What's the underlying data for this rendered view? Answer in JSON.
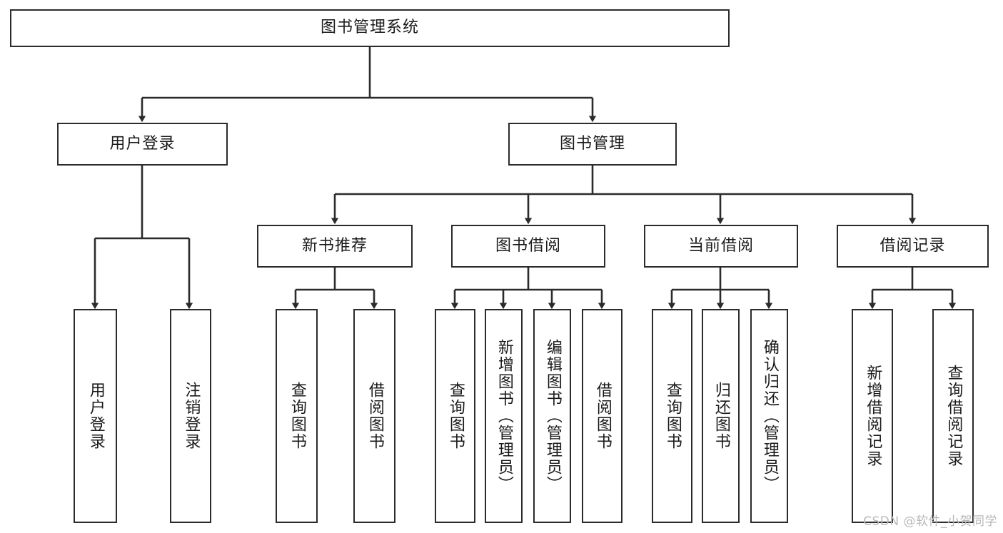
{
  "diagram": {
    "title_node": {
      "label": "图书管理系统"
    },
    "level2": [
      {
        "id": "user-login",
        "label": "用户登录"
      },
      {
        "id": "book-management",
        "label": "图书管理"
      }
    ],
    "level3": [
      {
        "id": "new-book-recommend",
        "label": "新书推荐"
      },
      {
        "id": "book-borrow",
        "label": "图书借阅"
      },
      {
        "id": "current-borrow",
        "label": "当前借阅"
      },
      {
        "id": "borrow-record",
        "label": "借阅记录"
      }
    ],
    "leaves": [
      {
        "id": "leaf-user-login",
        "label": "用户登录",
        "parent": "user-login"
      },
      {
        "id": "leaf-logout-login",
        "label": "注销登录",
        "parent": "user-login"
      },
      {
        "id": "leaf-query-book-1",
        "label": "查询图书",
        "parent": "new-book-recommend"
      },
      {
        "id": "leaf-borrow-book-1",
        "label": "借阅图书",
        "parent": "new-book-recommend"
      },
      {
        "id": "leaf-query-book-2",
        "label": "查询图书",
        "parent": "book-borrow"
      },
      {
        "id": "leaf-add-book",
        "label": "新增图书（管理员）",
        "parent": "book-borrow"
      },
      {
        "id": "leaf-edit-book",
        "label": "编辑图书（管理员）",
        "parent": "book-borrow"
      },
      {
        "id": "leaf-borrow-book-2",
        "label": "借阅图书",
        "parent": "book-borrow"
      },
      {
        "id": "leaf-query-book-3",
        "label": "查询图书",
        "parent": "current-borrow"
      },
      {
        "id": "leaf-return-book",
        "label": "归还图书",
        "parent": "current-borrow"
      },
      {
        "id": "leaf-confirm-return",
        "label": "确认归还（管理员）",
        "parent": "current-borrow"
      },
      {
        "id": "leaf-add-record",
        "label": "新增借阅记录",
        "parent": "borrow-record"
      },
      {
        "id": "leaf-query-record",
        "label": "查询借阅记录",
        "parent": "borrow-record"
      }
    ],
    "watermark": "CSDN @软件_小贺同学",
    "colors": {
      "stroke": "#2b2b2b",
      "background": "#ffffff",
      "text": "#1a1a1a",
      "watermark": "#b9b9b9"
    }
  }
}
